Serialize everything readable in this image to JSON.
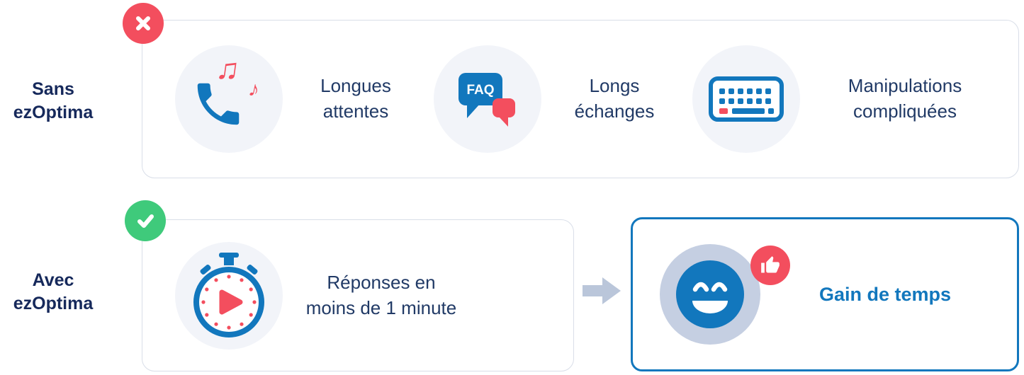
{
  "colors": {
    "navy_text": "#16295b",
    "item_text": "#213a66",
    "blue": "#1277bd",
    "red": "#f34e5e",
    "green": "#3fca7b",
    "icon_circle_bg": "#f2f4f9",
    "smiley_bg": "#c5cfe2",
    "card_border": "#d9dee8",
    "result_card_border": "#1277bd",
    "arrow": "#bac6da"
  },
  "labels": {
    "without": "Sans ezOptima",
    "with": "Avec ezOptima"
  },
  "without": {
    "badge_icon": "cross-icon",
    "items": [
      {
        "icon": "phone-music-icon",
        "label": "Longues attentes"
      },
      {
        "icon": "faq-chat-icon",
        "label": "Longs échanges",
        "bubble_text": "FAQ"
      },
      {
        "icon": "keyboard-icon",
        "label": "Manipulations compliquées"
      }
    ]
  },
  "with": {
    "badge_icon": "check-icon",
    "arrow_icon": "arrow-right-icon",
    "item": {
      "icon": "stopwatch-play-icon",
      "label": "Réponses en moins de 1 minute"
    },
    "result": {
      "icon": "happy-face-thumbs-up-icon",
      "label": "Gain de temps"
    }
  }
}
